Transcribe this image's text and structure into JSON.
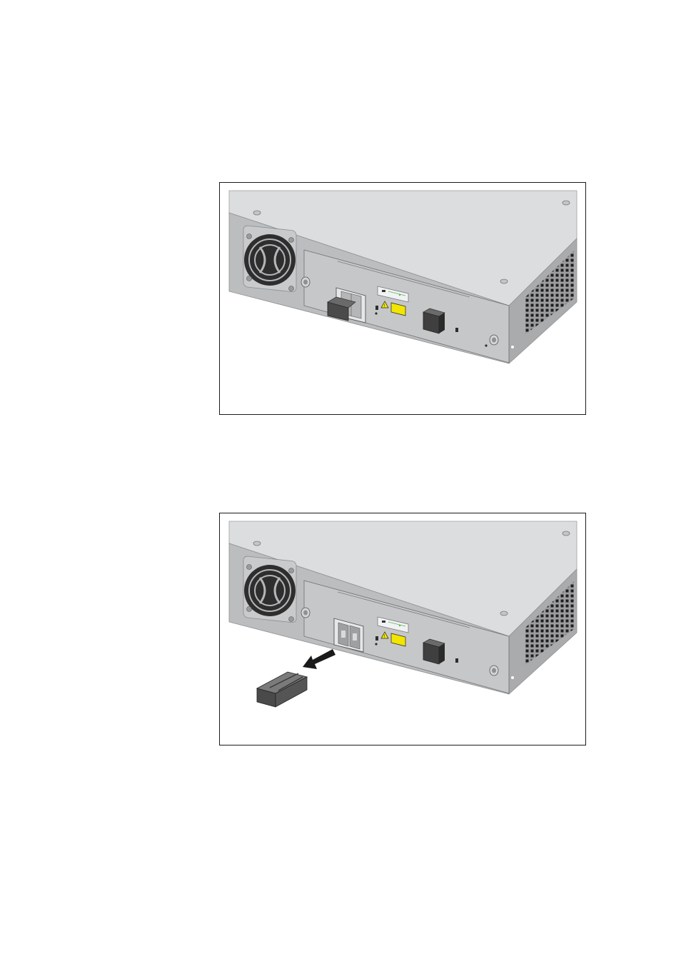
{
  "page": {
    "background": "#ffffff"
  },
  "figures": [
    {
      "id": "figure-1",
      "state": "dust-plug-inserted",
      "icons": [
        "fan-icon",
        "sfp-module-icon",
        "dust-plug-icon",
        "laser-warning-icon",
        "blank-port-cover-icon",
        "thumbscrew-icon",
        "vent-grille-icon"
      ]
    },
    {
      "id": "figure-2",
      "state": "dust-plug-removed",
      "icons": [
        "fan-icon",
        "sfp-module-icon",
        "dust-plug-icon",
        "removal-arrow-icon",
        "laser-warning-icon",
        "blank-port-cover-icon",
        "thumbscrew-icon",
        "vent-grille-icon"
      ]
    }
  ],
  "colors": {
    "chassis_top": "#dcdddf",
    "chassis_front": "#b9babc",
    "chassis_side": "#a8a9ab",
    "panel": "#c8c9cb",
    "fan_dark": "#2e2e2e",
    "dust_plug": "#4a4a4a",
    "warning_yellow": "#f2e500",
    "led_green": "#5ab45a",
    "frame_border": "#1a1a1a"
  }
}
